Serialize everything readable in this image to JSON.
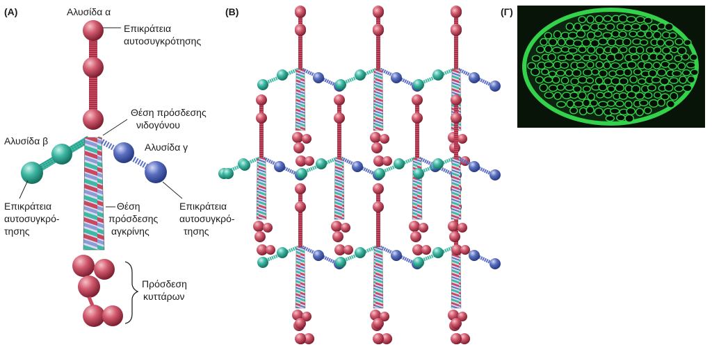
{
  "panels": {
    "a_label": "(A)",
    "b_label": "(B)",
    "c_label": "(Γ)"
  },
  "labels": {
    "alpha_chain": "Αλυσίδα α",
    "beta_chain": "Αλυσίδα β",
    "gamma_chain": "Αλυσίδα γ",
    "alpha_domain_line1": "Επικράτεια",
    "alpha_domain_line2": "αυτοσυγκρότησης",
    "nidogen_line1": "Θέση πρόσδεσης",
    "nidogen_line2": "νιδογόνου",
    "beta_domain_line1": "Επικράτεια",
    "beta_domain_line2": "αυτοσυγκρό-",
    "beta_domain_line3": "τησης",
    "agrin_line1": "Θέση",
    "agrin_line2": "πρόσδεσης",
    "agrin_line3": "αγκρίνης",
    "gamma_domain_line1": "Επικράτεια",
    "gamma_domain_line2": "αυτοσυγκρό-",
    "gamma_domain_line3": "τησης",
    "cell_binding_line1": "Πρόσδεση",
    "cell_binding_line2": "κυττάρων"
  },
  "colors": {
    "alpha": "#c9485f",
    "beta": "#3fb8a4",
    "gamma": "#5b6fc0",
    "micrograph_bg": "#0a1a0a",
    "micrograph_green": "#34d24a"
  }
}
